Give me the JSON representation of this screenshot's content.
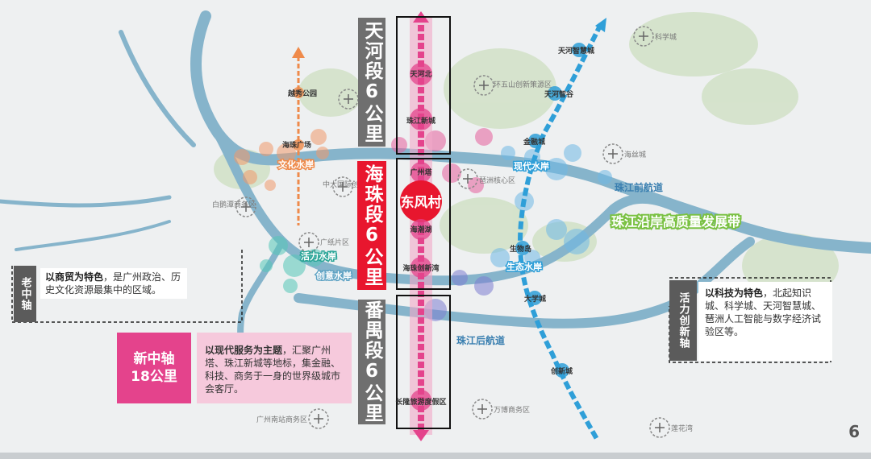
{
  "segments": {
    "tianhe": "天河段6公里",
    "haizhu": "海珠段6公里",
    "panyu": "番禺段6公里"
  },
  "stations": {
    "tianhe_north": "天河北",
    "zhujiang_new_town": "珠江新城",
    "canton_tower": "广州塔",
    "dongfeng_village": "东风村",
    "haichao_lake": "海潮湖",
    "haizhu_innovation_bay": "海珠创新湾",
    "changlong_resort": "长隆旅游度假区"
  },
  "places": {
    "yuexiu_park": "越秀公园",
    "haizhu_square": "海珠广场",
    "baietan_cbd": "白鹅潭商务区",
    "guangzhi_zone": "广纸片区",
    "zhongda_creative": "中大国际创新谷",
    "huanwushan": "环五山创新策源区",
    "tianhe_smart_city_top": "天河智慧城",
    "tianhe_smart_valley": "天河智谷",
    "finance_city": "金融城",
    "pazhou_core": "琶洲核心区",
    "biological_island": "生物岛",
    "university_town": "大学城",
    "innovation_city": "创新城",
    "science_city": "科学城",
    "haisi_city": "海丝城",
    "wanbo_cbd": "万博商务区",
    "guangzhou_south_cbd": "广州南站商务区",
    "lianhua_bay": "莲花湾"
  },
  "rivers": {
    "culture_bank": "文化水岸",
    "modern_bank": "现代水岸",
    "vital_bank": "活力水岸",
    "creative_bank": "创意水岸",
    "ecological_bank": "生态水岸",
    "front_channel": "珠江前航道",
    "back_channel": "珠江后航道",
    "belt": "珠江沿岸高质量发展带"
  },
  "old_axis": {
    "title": "老中轴",
    "lead": "以商贸为特色",
    "text": "，是广州政治、历史文化资源最集中的区域。"
  },
  "new_axis": {
    "title_line1": "新中轴",
    "title_line2": "18公里",
    "lead": "以现代服务为主题",
    "text": "，汇聚广州塔、珠江新城等地标，集金融、科技、商务于一身的世界级城市会客厅。"
  },
  "vital_axis": {
    "title": "活力创新轴",
    "lead": "以科技为特色",
    "text": "，北起知识城、科学城、天河智慧城、琶洲人工智能与数字经济试验区等。"
  },
  "page_number": "6",
  "colors": {
    "new_axis_magenta": "#e4438c",
    "old_axis_orange": "#ef8a4a",
    "vital_axis_blue": "#2f9fd8",
    "river": "#5fa3c4",
    "haizhu_red": "#e8162e",
    "belt_green": "#7ac143"
  }
}
